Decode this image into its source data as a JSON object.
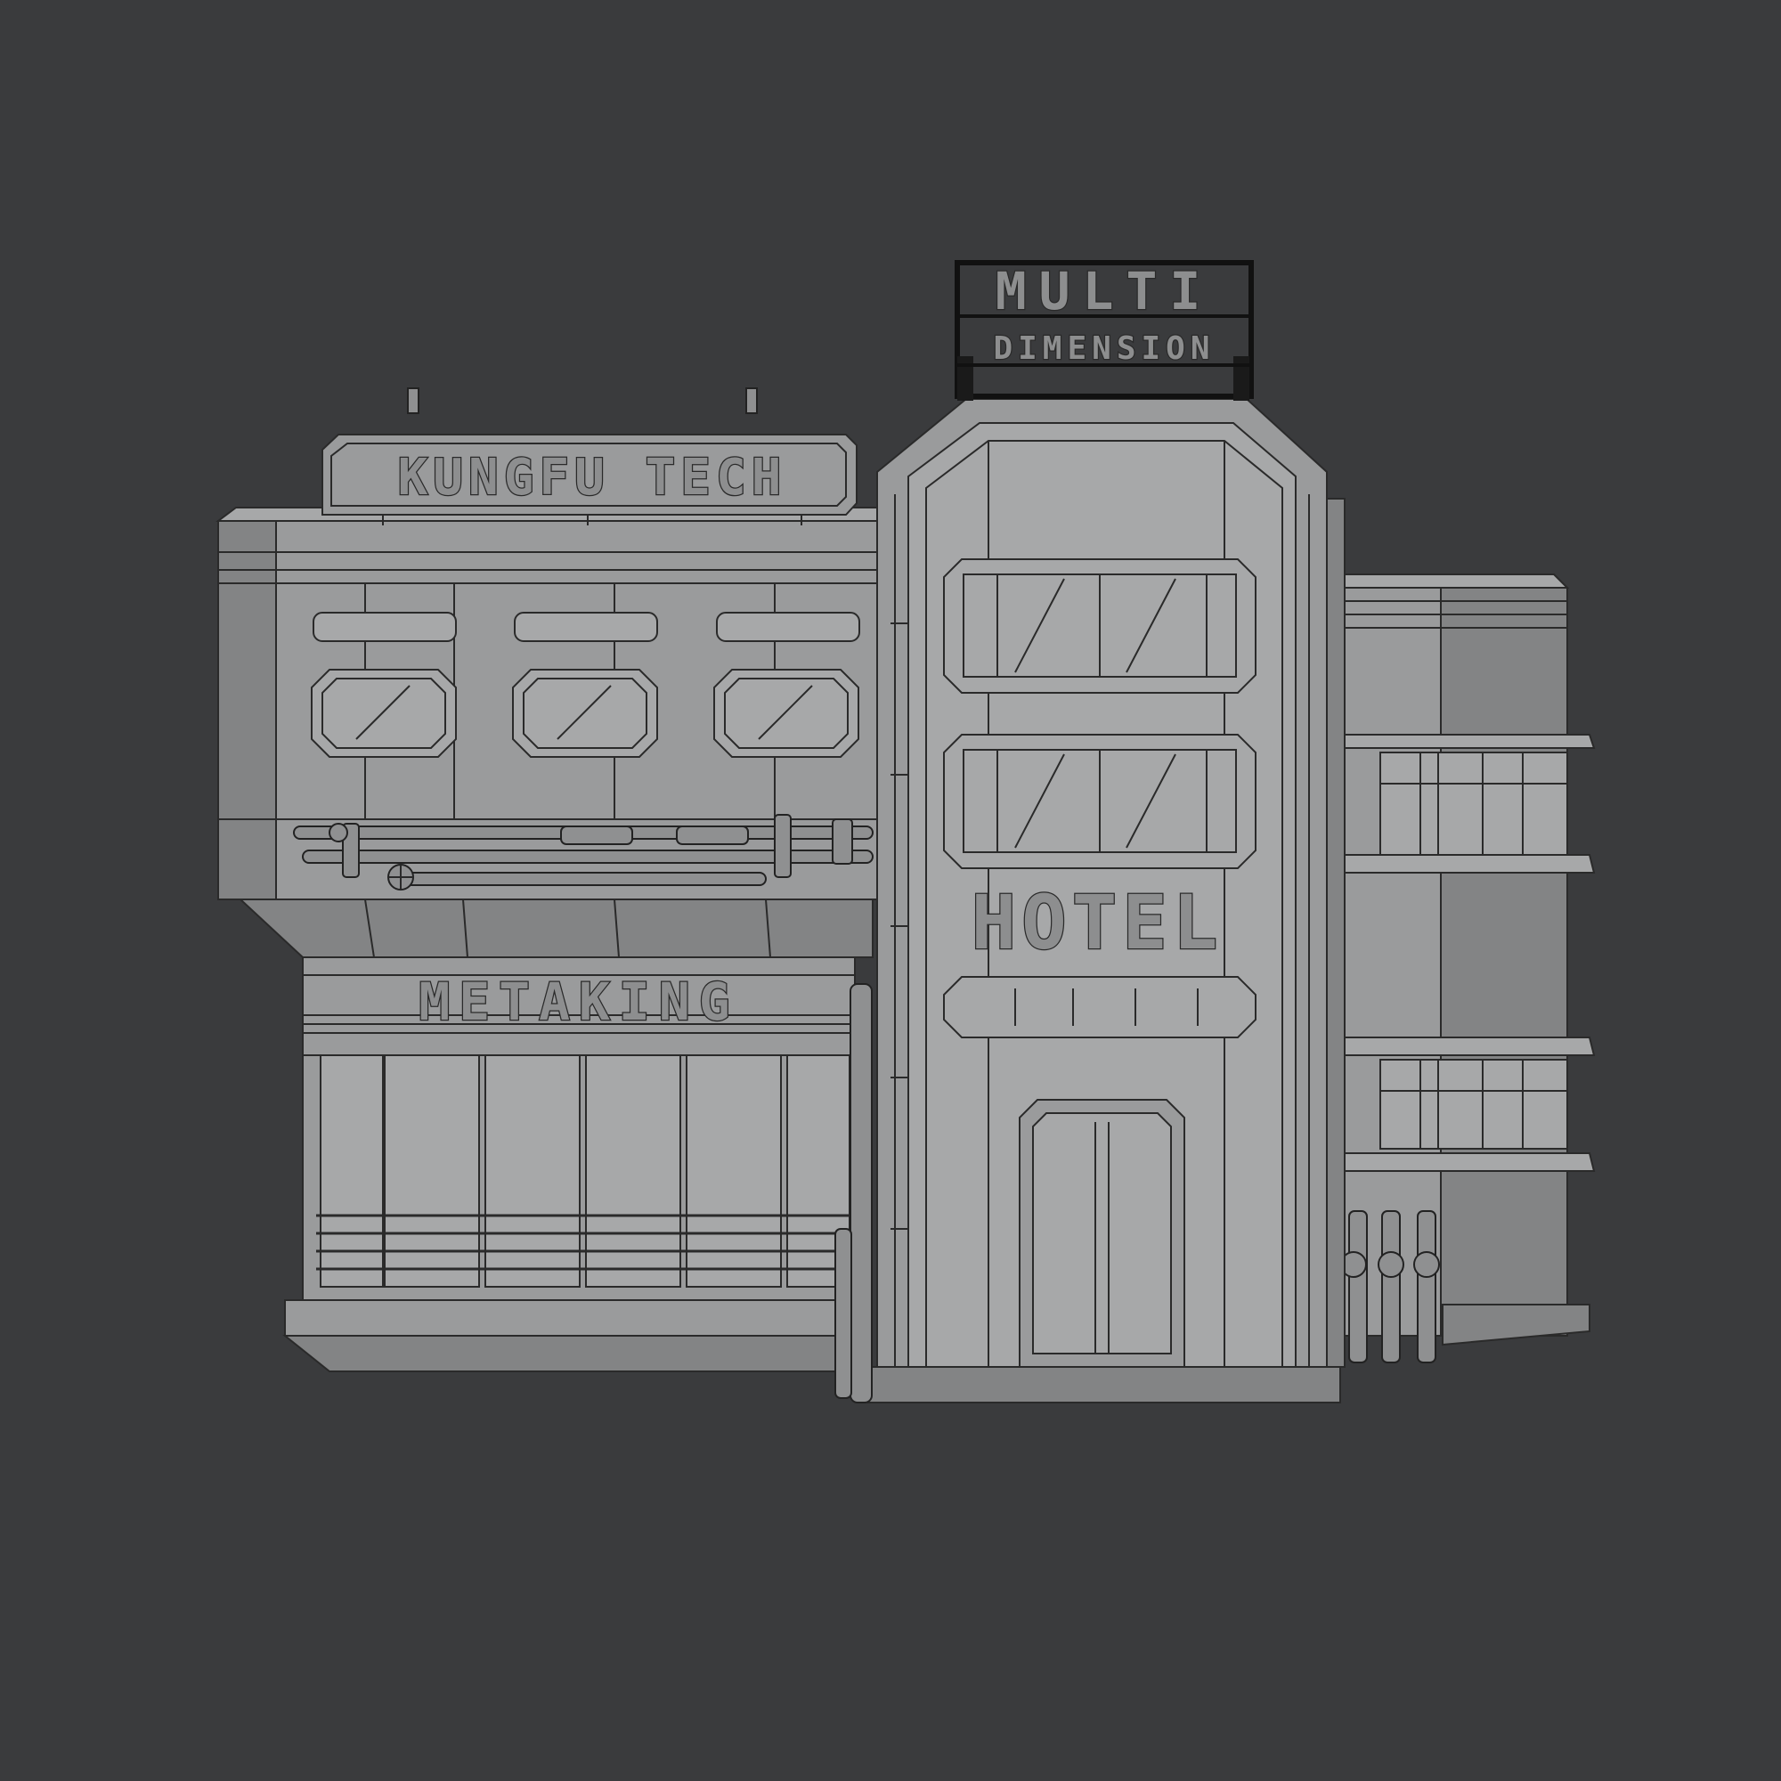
{
  "signs": {
    "rooftop_line1": "MULTI",
    "rooftop_line2": "DIMENSION",
    "left_billboard": "KUNGFU TECH",
    "storefront": "METAKING",
    "tower": "HOTEL"
  },
  "colors": {
    "background": "#3a3b3d",
    "wall": "#9a9b9c",
    "wall_shadow": "#7f8081",
    "edge": "#2a2a2a",
    "sign_frame": "#111111"
  },
  "icons": [
    "pipe-valve-icon",
    "valve-wheel-icon",
    "spotlight-icon"
  ]
}
